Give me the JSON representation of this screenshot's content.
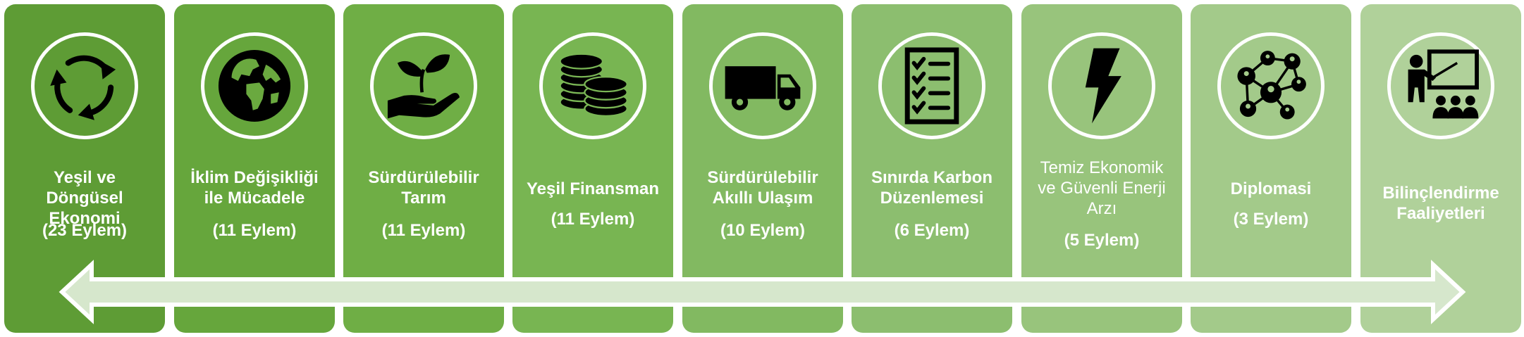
{
  "panels": [
    {
      "title": "Yeşil ve Döngüsel Ekonomi",
      "count": "(23 Eylem)",
      "icon": "recycle-icon",
      "color": "#5e9c35"
    },
    {
      "title": "İklim Değişikliği ile Mücadele",
      "count": "(11 Eylem)",
      "icon": "globe-icon",
      "color": "#66a63c"
    },
    {
      "title": "Sürdürülebilir Tarım",
      "count": "(11 Eylem)",
      "icon": "plant-hand-icon",
      "color": "#6fae45"
    },
    {
      "title": "Yeşil Finansman",
      "count": "(11 Eylem)",
      "icon": "coins-icon",
      "color": "#78b552"
    },
    {
      "title": "Sürdürülebilir Akıllı Ulaşım",
      "count": "(10 Eylem)",
      "icon": "truck-icon",
      "color": "#82b961"
    },
    {
      "title": "Sınırda Karbon Düzenlemesi",
      "count": "(6 Eylem)",
      "icon": "checklist-icon",
      "color": "#8cbe6f"
    },
    {
      "title": "Temiz Ekonomik ve Güvenli Enerji Arzı",
      "count": "(5 Eylem)",
      "icon": "lightning-icon",
      "color": "#98c47c"
    },
    {
      "title": "Diplomasi",
      "count": "(3 Eylem)",
      "icon": "network-people-icon",
      "color": "#a3ca8a"
    },
    {
      "title": "Bilinçlendirme Faaliyetleri",
      "count": "",
      "icon": "teacher-presentation-icon",
      "color": "#b0d19a"
    }
  ],
  "arrow_color": "#d6e7cc"
}
